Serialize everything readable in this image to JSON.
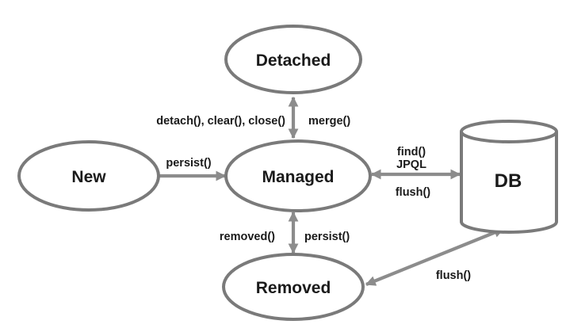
{
  "diagram": {
    "background": "#ffffff",
    "node_stroke_color": "#7a7a7a",
    "arrow_color": "#8c8c8c",
    "text_color": "#1a1a1a",
    "nodes": {
      "new": {
        "label": "New",
        "shape": "ellipse"
      },
      "managed": {
        "label": "Managed",
        "shape": "ellipse"
      },
      "detached": {
        "label": "Detached",
        "shape": "ellipse"
      },
      "removed": {
        "label": "Removed",
        "shape": "ellipse"
      },
      "db": {
        "label": "DB",
        "shape": "cylinder"
      }
    },
    "edges": {
      "new_to_managed": {
        "label": "persist()",
        "direction": "one-way"
      },
      "managed_detached": {
        "left_label": "detach(), clear(), close()",
        "right_label": "merge()",
        "direction": "two-way"
      },
      "managed_db": {
        "top_label_line1": "find()",
        "top_label_line2": "JPQL",
        "bottom_label": "flush()",
        "direction": "two-way"
      },
      "managed_removed": {
        "left_label": "removed()",
        "right_label": "persist()",
        "direction": "two-way"
      },
      "removed_db": {
        "label": "flush()",
        "direction": "two-way"
      }
    }
  }
}
